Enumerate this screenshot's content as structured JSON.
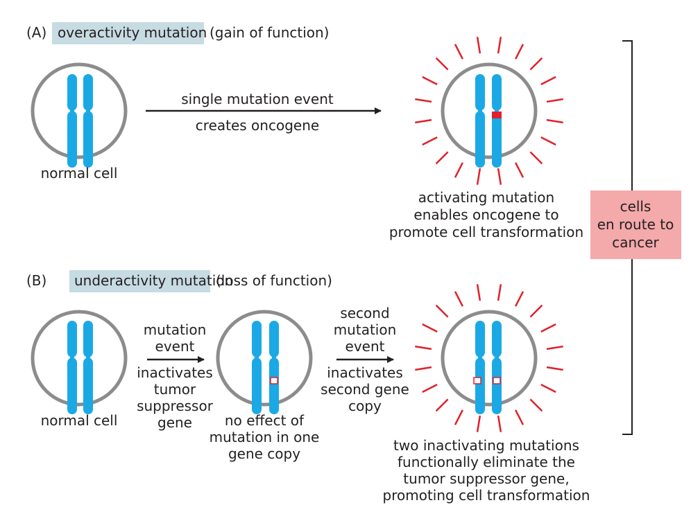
{
  "panel_a": {
    "letter": "(A)",
    "highlight": "overactivity mutation",
    "suffix": "(gain of function)",
    "cell_label": "normal cell",
    "arrow_top": "single mutation event",
    "arrow_bottom": "creates oncogene",
    "result_lines": {
      "line1": "activating mutation",
      "line2_pre": "enables ",
      "line2_red": "oncogene",
      "line2_post": " to",
      "line3": "promote cell transformation"
    }
  },
  "panel_b": {
    "letter": "(B)",
    "highlight": "underactivity mutation",
    "suffix": "(loss of function)",
    "cell_label": "normal cell",
    "arrow1_top": [
      "mutation",
      "event"
    ],
    "arrow1_bottom": [
      "inactivates",
      "tumor",
      "suppressor",
      "gene"
    ],
    "middle_label": [
      "no effect of",
      "mutation in one",
      "gene copy"
    ],
    "arrow2_top": [
      "second",
      "mutation",
      "event"
    ],
    "arrow2_bottom": [
      "inactivates",
      "second gene",
      "copy"
    ],
    "result_lines": {
      "line1": "two inactivating mutations",
      "line2": "functionally eliminate the",
      "line3_red": "tumor suppressor gene",
      "line3_post": ",",
      "line4": "promoting cell transformation"
    }
  },
  "summary_box": [
    "cells",
    "en route to",
    "cancer"
  ],
  "colors": {
    "cell_outline": "#8c8c8c",
    "chromosome": "#1ba9e6",
    "ray": "#e0202a",
    "mutation_active": "#e0202a",
    "highlight_bg": "#c7dbe3",
    "summary_bg": "#f4a9ab",
    "text": "#231f20",
    "emphasis_text": "#e0202a"
  }
}
